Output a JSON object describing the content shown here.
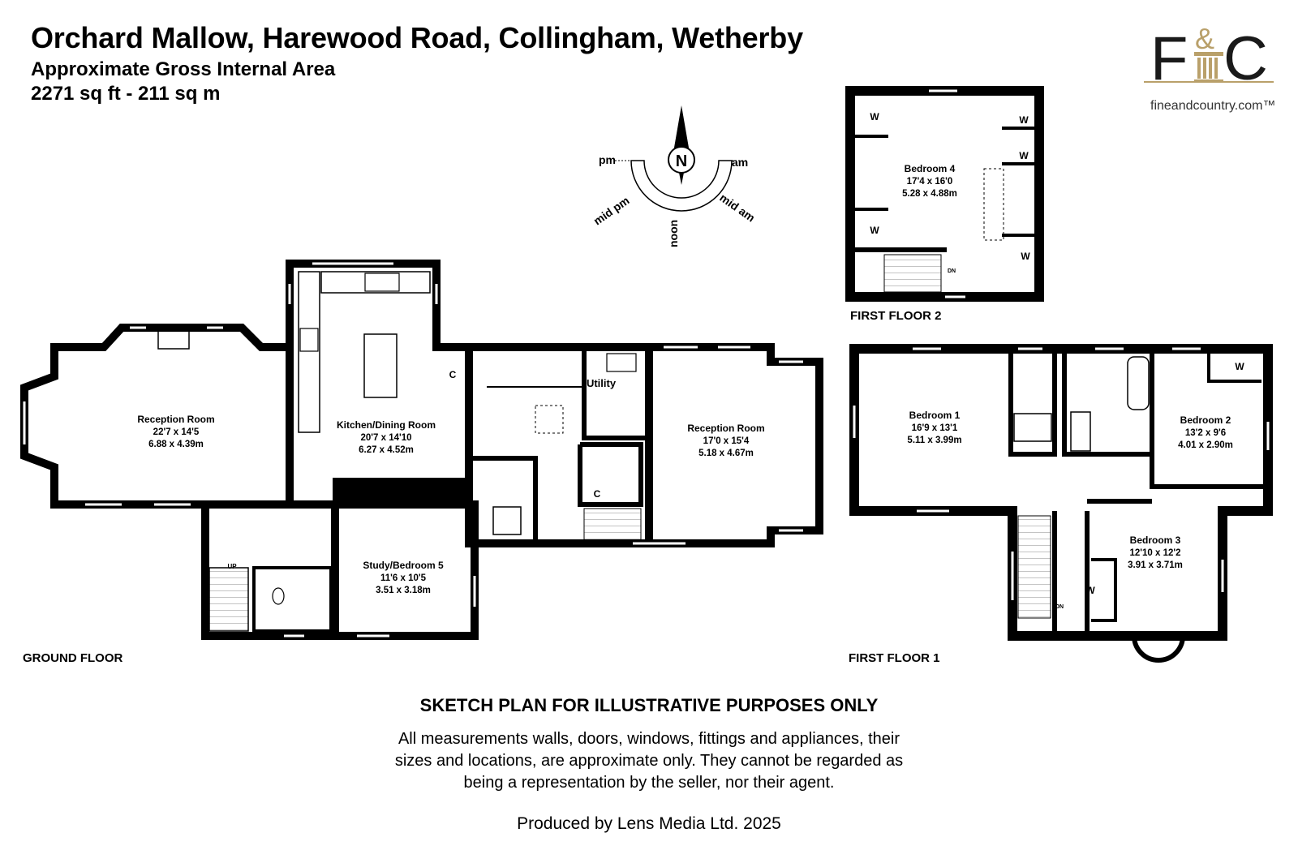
{
  "header": {
    "title": "Orchard Mallow, Harewood Road, Collingham, Wetherby",
    "subtitle": "Approximate Gross Internal Area",
    "area": "2271 sq ft - 211 sq m"
  },
  "logo": {
    "letters_left": "F",
    "ampersand": "&",
    "letters_right": "C",
    "website": "fineandcountry.com™",
    "gold_color": "#b9a06a"
  },
  "compass": {
    "north": "N",
    "pm": "pm",
    "am": "am",
    "mid_pm": "mid pm",
    "mid_am": "mid am",
    "noon": "noon"
  },
  "floors": {
    "ground": "GROUND FLOOR",
    "first_1": "FIRST FLOOR 1",
    "first_2": "FIRST FLOOR 2"
  },
  "rooms": {
    "reception_west": {
      "name": "Reception Room",
      "imperial": "22'7 x 14'5",
      "metric": "6.88 x 4.39m"
    },
    "kitchen": {
      "name": "Kitchen/Dining Room",
      "imperial": "20'7 x 14'10",
      "metric": "6.27 x 4.52m"
    },
    "study": {
      "name": "Study/Bedroom 5",
      "imperial": "11'6 x 10'5",
      "metric": "3.51 x 3.18m"
    },
    "reception_east": {
      "name": "Reception Room",
      "imperial": "17'0 x 15'4",
      "metric": "5.18 x 4.67m"
    },
    "utility": {
      "name": "Utility"
    },
    "bedroom1": {
      "name": "Bedroom 1",
      "imperial": "16'9 x 13'1",
      "metric": "5.11 x 3.99m"
    },
    "bedroom2": {
      "name": "Bedroom 2",
      "imperial": "13'2 x 9'6",
      "metric": "4.01 x 2.90m"
    },
    "bedroom3": {
      "name": "Bedroom 3",
      "imperial": "12'10 x 12'2",
      "metric": "3.91 x 3.71m"
    },
    "bedroom4": {
      "name": "Bedroom 4",
      "imperial": "17'4 x 16'0",
      "metric": "5.28 x 4.88m"
    }
  },
  "markers": {
    "cupboard": "C",
    "wardrobe": "W",
    "up": "UP",
    "down": "DN"
  },
  "footer": {
    "sketch_notice": "SKETCH PLAN FOR ILLUSTRATIVE PURPOSES ONLY",
    "disclaimer_line1": "All measurements walls, doors, windows, fittings and appliances, their",
    "disclaimer_line2": "sizes and locations, are approximate only. They cannot be regarded as",
    "disclaimer_line3": "being a representation by the seller, nor their agent.",
    "produced_by": "Produced by Lens Media Ltd. 2025"
  }
}
